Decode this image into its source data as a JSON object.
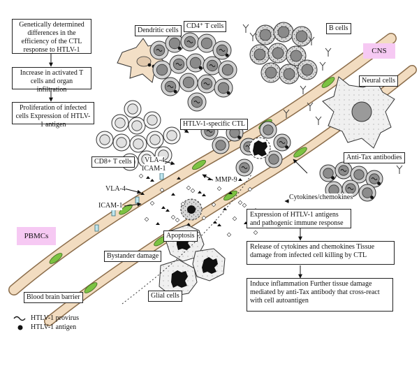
{
  "flow_left": [
    "Genetically determined differences in the efficiency of the CTL response to HTLV-1",
    "Increase in activated T cells and organ infiltration",
    "Proliferation of infected cells Expression of HTLV-1 antigen"
  ],
  "flow_right": [
    "Expression of HTLV-1 antigens and pathogenic immune response",
    "Release of cytokines and chemokines Tissue damage from infected cell killing by CTL",
    "Induce inflammation Further tissue damage mediated by anti-Tax antibody that cross-react with cell autoantigen"
  ],
  "regions": {
    "cns": "CNS",
    "pbmcs": "PBMCs"
  },
  "labels": {
    "dendritic": "Dendritic cells",
    "cd4": "CD4⁺ T cells",
    "bcells": "B cells",
    "neural": "Neural cells",
    "ctl": "HTLV-1-specific CTL",
    "cd8": "CD8+ T cells",
    "antitax": "Anti-Tax antibodies",
    "vla4a": "VLA-4",
    "icam1a": "ICAM-1",
    "mmp9": "MMP-9",
    "vla4b": "VLA-4",
    "icam1b": "ICAM-1",
    "cytokines": "Cytokines/chemokines",
    "apoptosis": "Apoptosis",
    "bystander": "Bystander damage",
    "glial": "Glial cells",
    "bbb": "Blood brain barrier"
  },
  "legend": [
    {
      "icon": "tilde",
      "text": "HTLV-1 provirus"
    },
    {
      "icon": "dot",
      "text": "HTLV-1 antigen"
    }
  ]
}
